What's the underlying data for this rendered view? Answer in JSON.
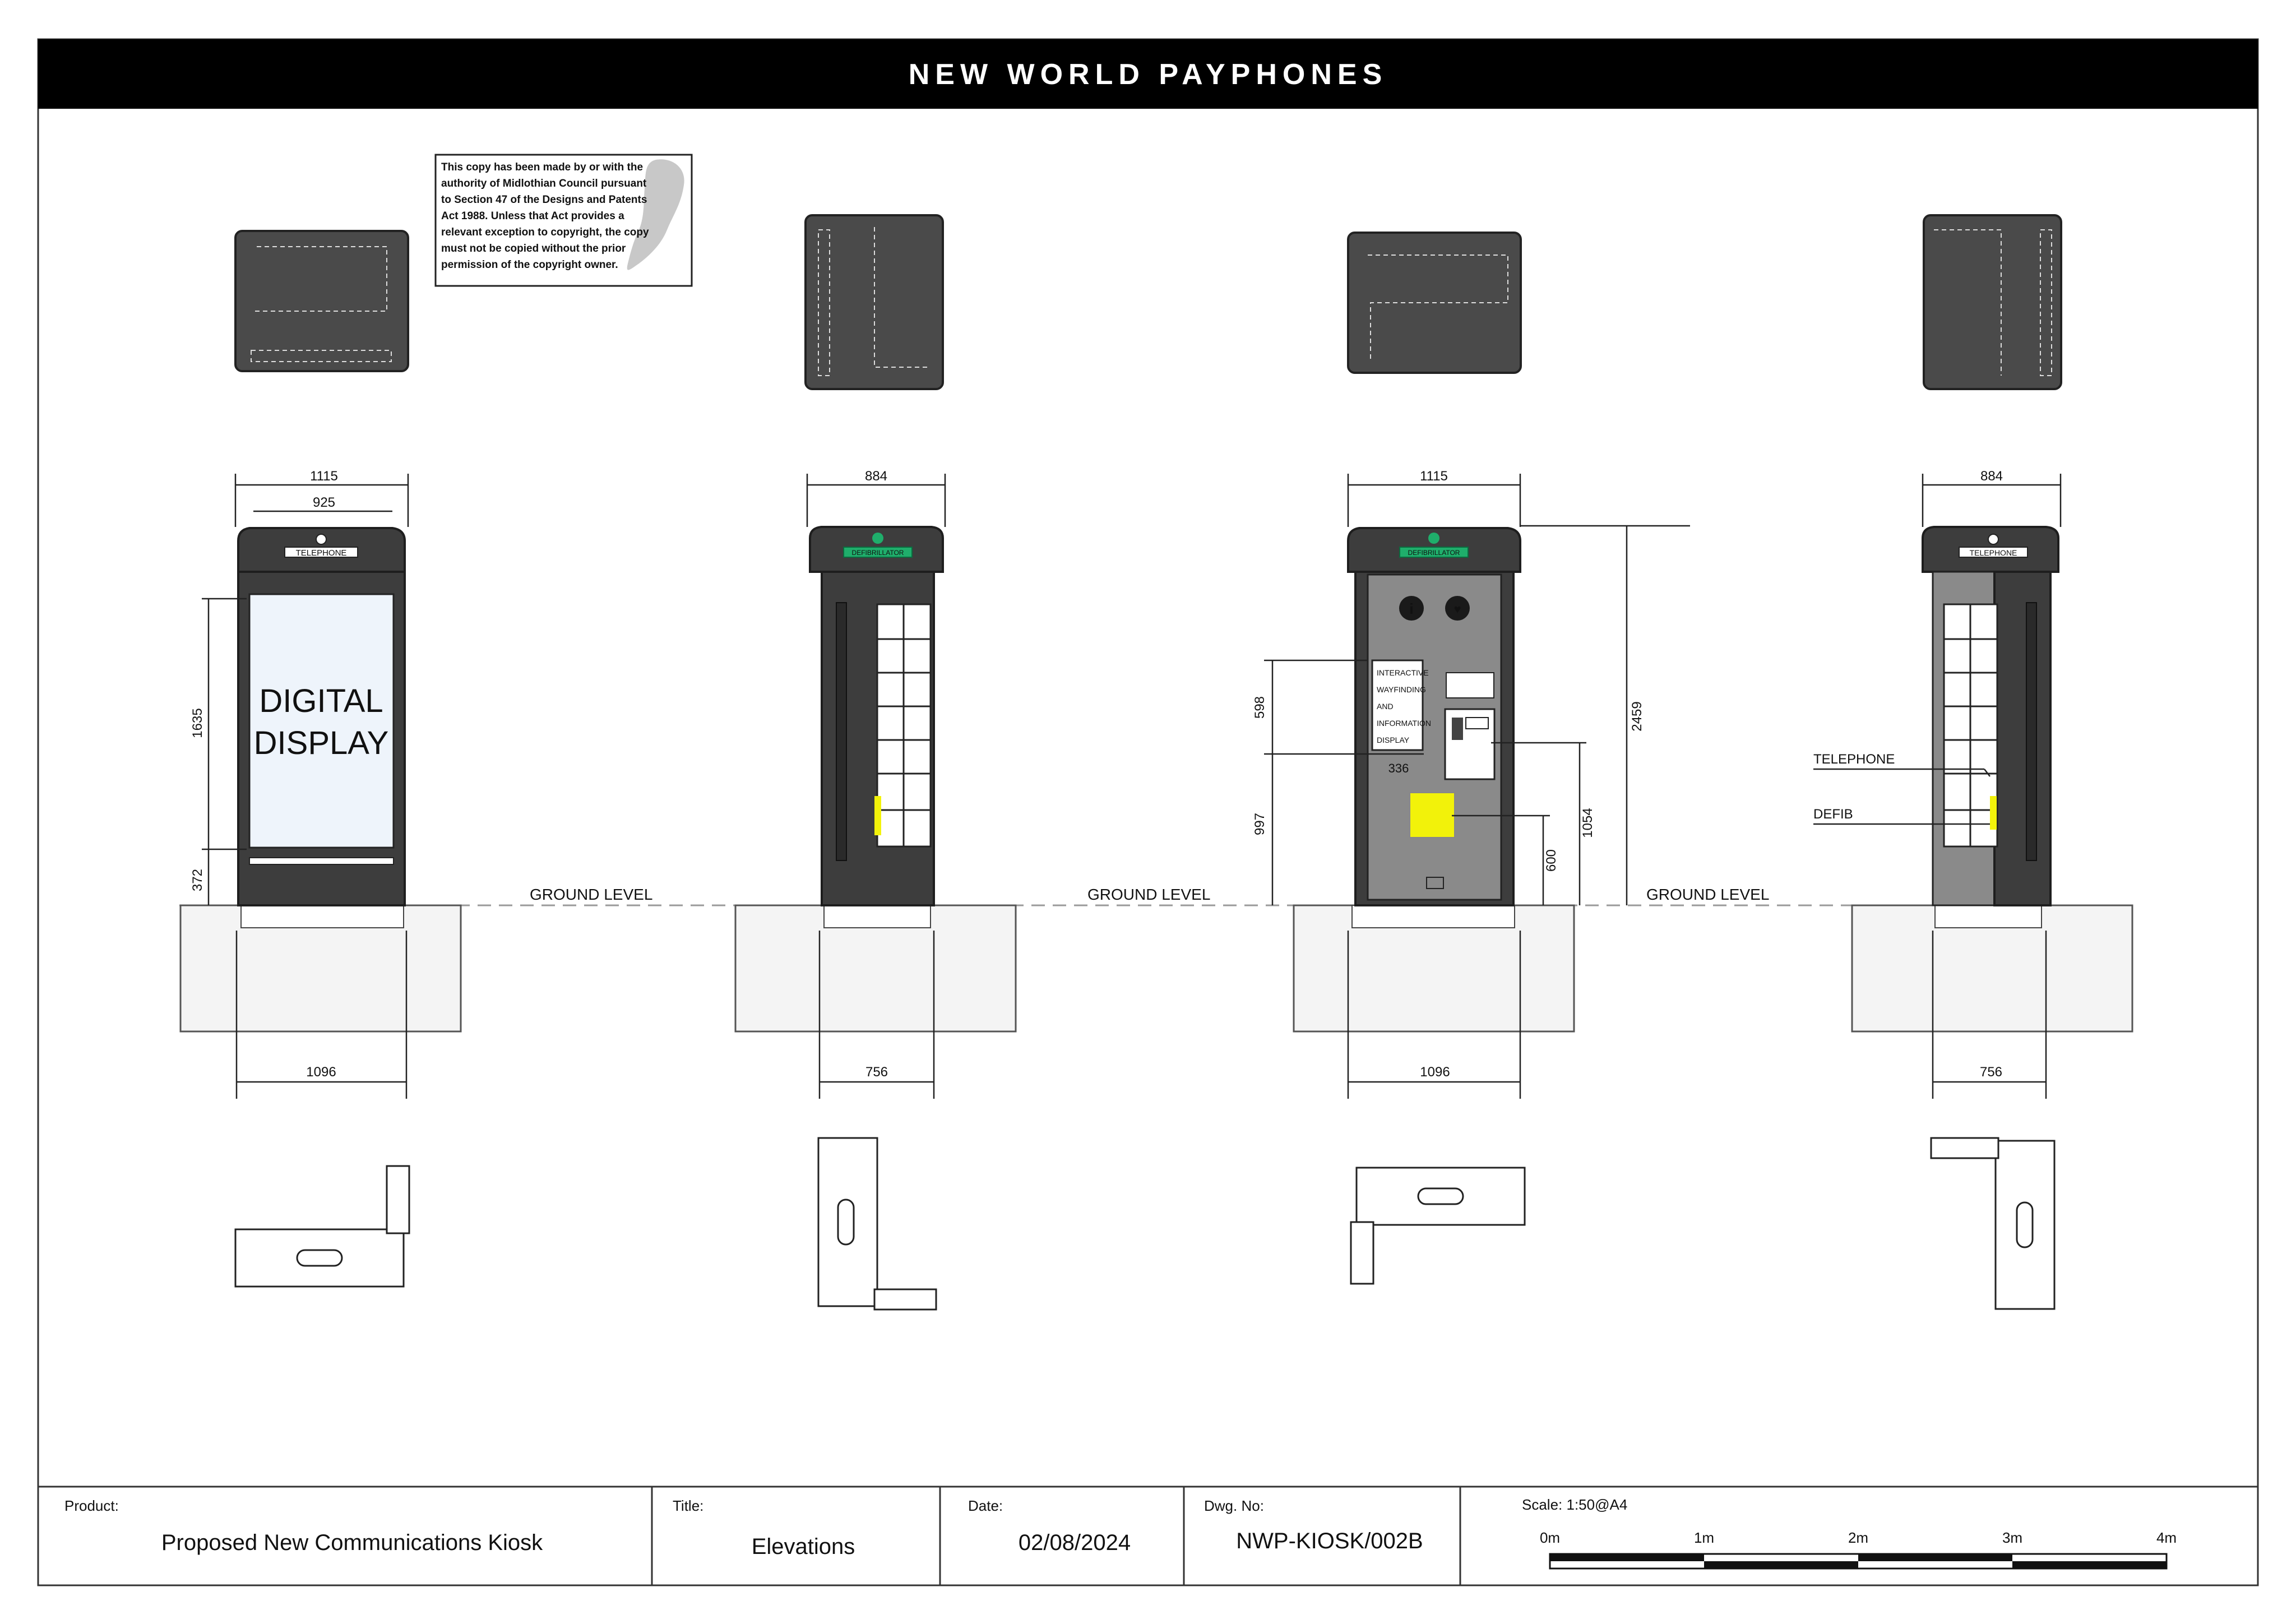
{
  "header": {
    "title": "NEW WORLD PAYPHONES"
  },
  "copyright_notice": "This copy has been made by or with the authority of Midlothian Council pursuant to Section 47 of the Designs and Patents Act 1988. Unless that Act provides a relevant exception to copyright, the copy must not be copied without the prior permission of the copyright owner.",
  "copyright_lines": [
    "This copy has been made by or with the",
    "authority of Midlothian Council pursuant",
    "to Section 47 of the Designs and Patents",
    "Act 1988. Unless that Act provides a",
    "relevant exception to copyright, the copy",
    "must not be copied without the prior",
    "permission of the copyright owner."
  ],
  "ground_level_label": "GROUND LEVEL",
  "elevations": {
    "front": {
      "top_width": "1115",
      "inner_width": "925",
      "base_width": "1096",
      "display_height": "1635",
      "base_height": "372",
      "sign": "TELEPHONE",
      "display_text": [
        "DIGITAL",
        "DISPLAY"
      ]
    },
    "side_left": {
      "top_width": "884",
      "base_width": "756",
      "sign": "DEFIBRILLATOR"
    },
    "rear": {
      "top_width": "1115",
      "base_width": "1096",
      "sign": "DEFIBRILLATOR",
      "screen_text": [
        "INTERACTIVE",
        "WAYFINDING",
        "AND",
        "INFORMATION",
        "DISPLAY"
      ],
      "screen_height": "598",
      "screen_width": "336",
      "lower_height": "997",
      "phone_height": "1054",
      "defib_height": "600",
      "overall_height": "2459"
    },
    "side_right": {
      "top_width": "884",
      "base_width": "756",
      "sign": "TELEPHONE",
      "callouts": [
        "TELEPHONE",
        "DEFIB"
      ]
    }
  },
  "title_block": {
    "product_label": "Product:",
    "product": "Proposed New Communications Kiosk",
    "title_label": "Title:",
    "title": "Elevations",
    "date_label": "Date:",
    "date": "02/08/2024",
    "dwg_label": "Dwg. No:",
    "dwg": "NWP-KIOSK/002B",
    "scale_label": "Scale: 1:50@A4",
    "scale_ticks": [
      "0m",
      "1m",
      "2m",
      "3m",
      "4m"
    ]
  },
  "colors": {
    "header_bg": "#000000",
    "kiosk": "#3d3d3d",
    "sign_green": "#1fae6b",
    "defib_yellow": "#f2f20a",
    "display_blue": "#eef4fb"
  }
}
